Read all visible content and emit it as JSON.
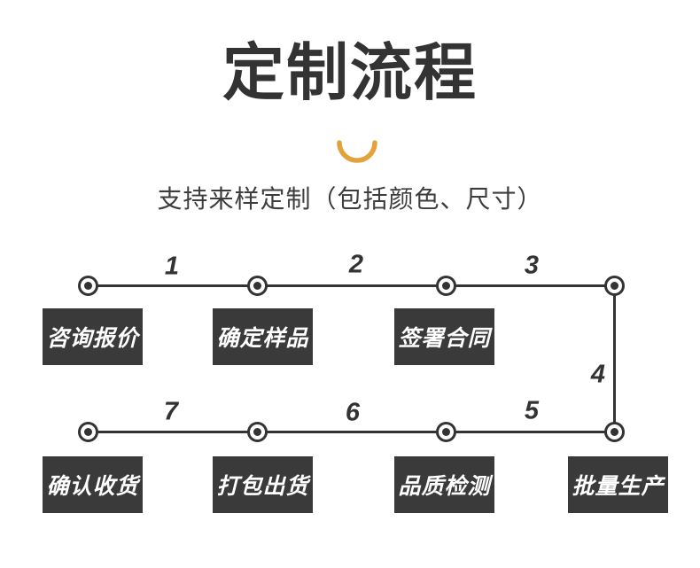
{
  "header": {
    "title": "定制流程",
    "subtitle": "支持来样定制（包括颜色、尺寸）"
  },
  "colors": {
    "ink": "#333333",
    "accent_arc": "#E2A33C",
    "box_bg": "#3A3A3A",
    "box_text": "#FFFFFF"
  },
  "icons": {
    "arc_underline": "orange bottom-semicircle arc under title"
  },
  "diagram": {
    "segment_numbers": [
      "1",
      "2",
      "3",
      "4",
      "5",
      "6",
      "7"
    ],
    "top_row_boxes": [
      "咨询报价",
      "确定样品",
      "签署合同"
    ],
    "bottom_row_boxes": [
      "确认收货",
      "打包出货",
      "品质检测",
      "批量生产"
    ]
  }
}
